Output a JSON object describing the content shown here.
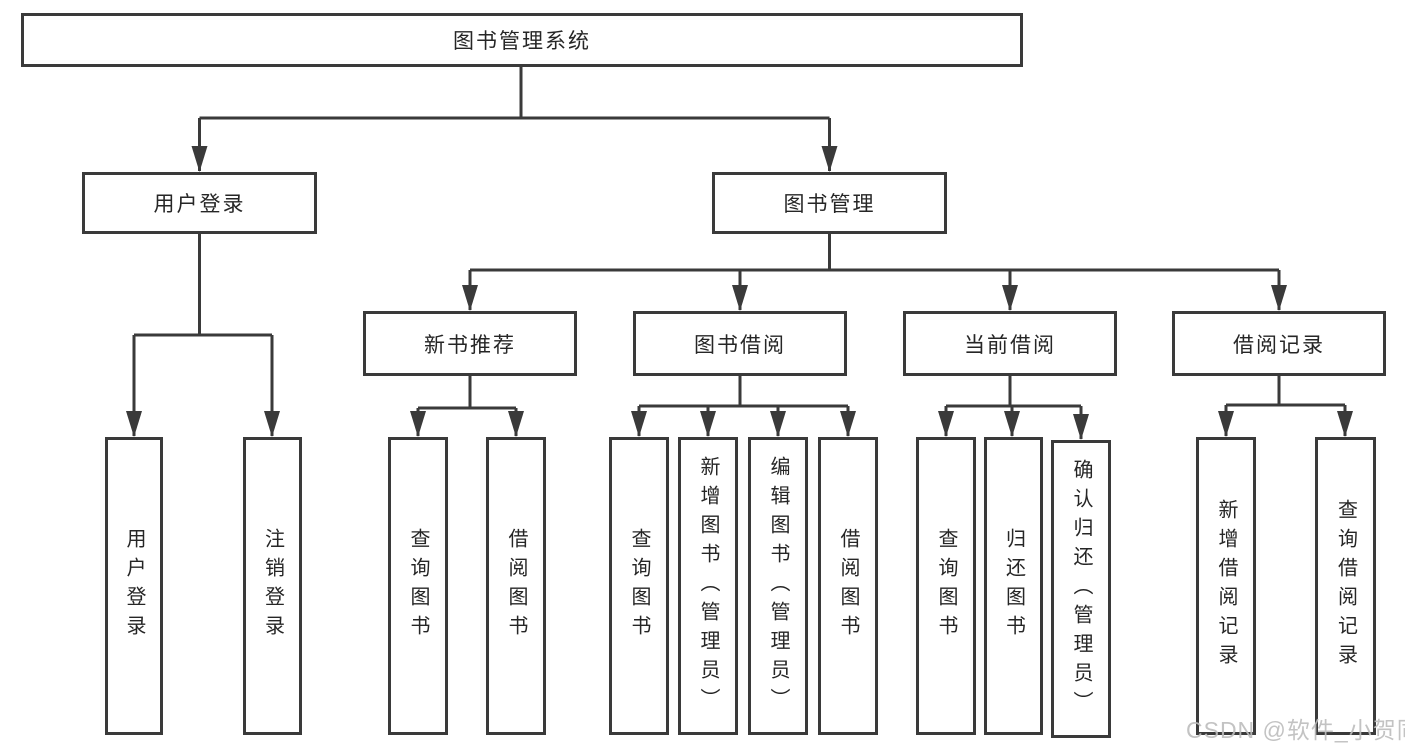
{
  "tree": {
    "label": "图书管理系统",
    "children": [
      {
        "label": "用户登录",
        "children": [
          {
            "label": "用户登录"
          },
          {
            "label": "注销登录"
          }
        ]
      },
      {
        "label": "图书管理",
        "children": [
          {
            "label": "新书推荐",
            "children": [
              {
                "label": "查询图书"
              },
              {
                "label": "借阅图书"
              }
            ]
          },
          {
            "label": "图书借阅",
            "children": [
              {
                "label": "查询图书"
              },
              {
                "label": "新增图书（管理员）"
              },
              {
                "label": "编辑图书（管理员）"
              },
              {
                "label": "借阅图书"
              }
            ]
          },
          {
            "label": "当前借阅",
            "children": [
              {
                "label": "查询图书"
              },
              {
                "label": "归还图书"
              },
              {
                "label": "确认归还（管理员）"
              }
            ]
          },
          {
            "label": "借阅记录",
            "children": [
              {
                "label": "新增借阅记录"
              },
              {
                "label": "查询借阅记录"
              }
            ]
          }
        ]
      }
    ]
  },
  "watermark": {
    "text": "CSDN @软件_小贺同学"
  },
  "colors": {
    "line": "#3a3a3a",
    "box_border": "#3a3a3a",
    "text": "#262626",
    "watermark": "#bdbdbd",
    "background": "#ffffff"
  }
}
